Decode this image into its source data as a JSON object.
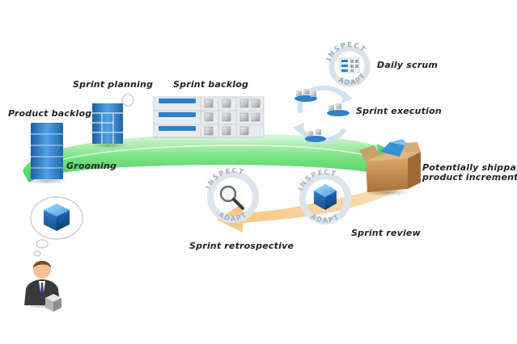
{
  "labels": {
    "product_backlog": "Product backlog",
    "sprint_planning": "Sprint planning",
    "sprint_backlog": "Sprint backlog",
    "daily_scrum": "Daily scrum",
    "sprint_execution": "Sprint execution",
    "grooming": "Grooming",
    "increment": "Potentially shippable\nproduct increment",
    "sprint_review": "Sprint review",
    "sprint_retrospective": "Sprint retrospective"
  },
  "rings": {
    "inspect": "INSPECT",
    "adapt": "ADAPT"
  },
  "colors": {
    "flow_green": "#5fdc6a",
    "flow_green_light": "#b8f2bc",
    "blue_dark": "#1e5f9e",
    "blue_mid": "#3b8fd6",
    "blue_light": "#8cc8f2",
    "arrow_orange": "#f4c27a",
    "ring_grey": "#d5dde6",
    "text": "#222222"
  },
  "icons": {
    "product_owner": "person-icon",
    "backlog": "stack-icon",
    "planning": "planning-board-icon",
    "tasks": "task-grid-icon",
    "cycle": "cycle-arrows-icon",
    "box": "shipping-box-icon",
    "cube": "cube-icon",
    "magnifier": "magnifier-icon"
  }
}
